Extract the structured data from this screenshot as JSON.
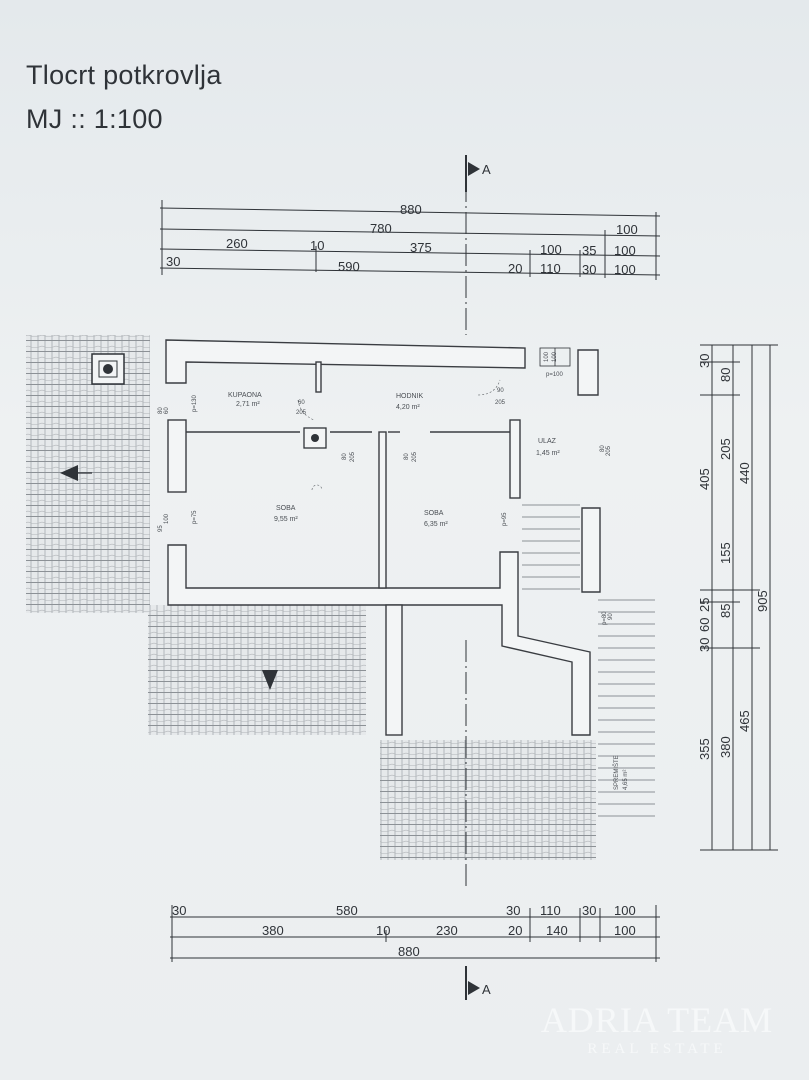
{
  "title": {
    "line1": "Tlocrt potkrovlja",
    "line2": "MJ :: 1:100"
  },
  "section_marker": "A",
  "top_dimensions": {
    "row1": [
      "880"
    ],
    "row2": [
      "780",
      "100"
    ],
    "row3": [
      "260",
      "10",
      "375",
      "100",
      "35",
      "100"
    ],
    "row4": [
      "30",
      "590",
      "20",
      "110",
      "30",
      "100"
    ]
  },
  "bottom_dimensions": {
    "row1": [
      "30",
      "580",
      "30",
      "110",
      "30",
      "100"
    ],
    "row2": [
      "380",
      "10",
      "230",
      "20",
      "140",
      "100"
    ],
    "row3": [
      "880"
    ]
  },
  "right_dimensions": {
    "col1": [
      "30",
      "405",
      "25",
      "60",
      "30",
      "355"
    ],
    "col2": [
      "80",
      "205",
      "155",
      "85",
      "380"
    ],
    "col3": [
      "440",
      "465"
    ],
    "col4": [
      "905"
    ]
  },
  "rooms": [
    {
      "name": "KUPAONA",
      "area": "2,71 m²"
    },
    {
      "name": "HODNIK",
      "area": "4,20 m²"
    },
    {
      "name": "ULAZ",
      "area": "1,45 m²"
    },
    {
      "name": "SOBA",
      "area": "9,55 m²"
    },
    {
      "name": "SOBA",
      "area": "6,35 m²"
    },
    {
      "name": "SPREMIŠTE",
      "area": "4,65 m²"
    }
  ],
  "openings": {
    "o1": "80",
    "o2": "60",
    "o3": "p=130",
    "o4": "60",
    "o5": "205",
    "o6": "90",
    "o7": "205",
    "o8": "80",
    "o9": "205",
    "o10": "80",
    "o11": "205",
    "o12": "95",
    "o13": "100",
    "o14": "p=75",
    "o15": "p=95",
    "o16": "100",
    "o17": "100",
    "o18": "p=100",
    "o19": "80",
    "o20": "205",
    "o21": "p=80",
    "o22": "90"
  },
  "watermark": {
    "brand": "ADRIA TEAM",
    "sub": "REAL ESTATE"
  },
  "colors": {
    "paper": "#e9edef",
    "ink": "#2f3338",
    "wall_outline": "#3a3d42",
    "roof_tile": "#8c9196"
  }
}
